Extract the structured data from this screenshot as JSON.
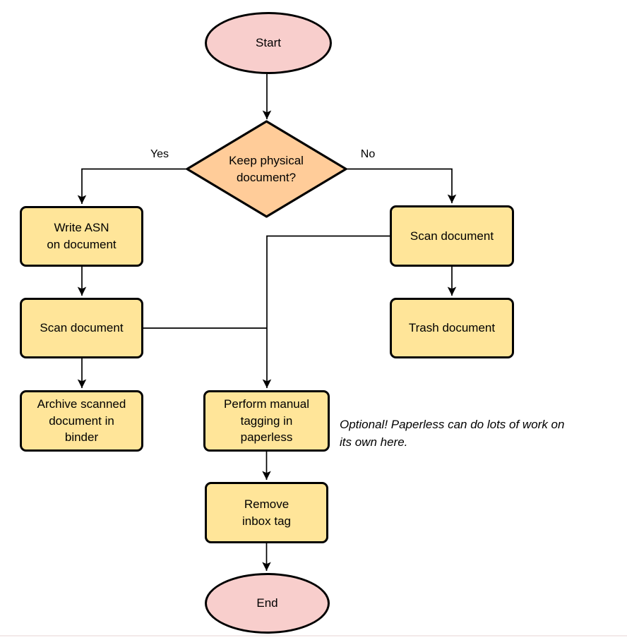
{
  "colors": {
    "canvas-bg": "#FFFFFF",
    "terminal-fill": "#F8CECC",
    "process-fill": "#FFE599",
    "decision-fill": "#FFCC99",
    "stroke": "#000000"
  },
  "nodes": {
    "start": {
      "label": "Start",
      "type": "terminal"
    },
    "decision": {
      "label": "Keep physical\ndocument?",
      "type": "decision"
    },
    "write_asn": {
      "label": "Write ASN\non document",
      "type": "process"
    },
    "scan_left": {
      "label": "Scan document",
      "type": "process"
    },
    "archive": {
      "label": "Archive scanned\ndocument in\nbinder",
      "type": "process"
    },
    "scan_right": {
      "label": "Scan document",
      "type": "process"
    },
    "trash": {
      "label": "Trash document",
      "type": "process"
    },
    "tagging": {
      "label": "Perform manual\ntagging in\npaperless",
      "type": "process"
    },
    "remove_tag": {
      "label": "Remove\ninbox tag",
      "type": "process"
    },
    "end": {
      "label": "End",
      "type": "terminal"
    }
  },
  "edge_labels": {
    "yes": "Yes",
    "no": "No"
  },
  "annotation": "Optional! Paperless can do lots of work on\nits own here."
}
